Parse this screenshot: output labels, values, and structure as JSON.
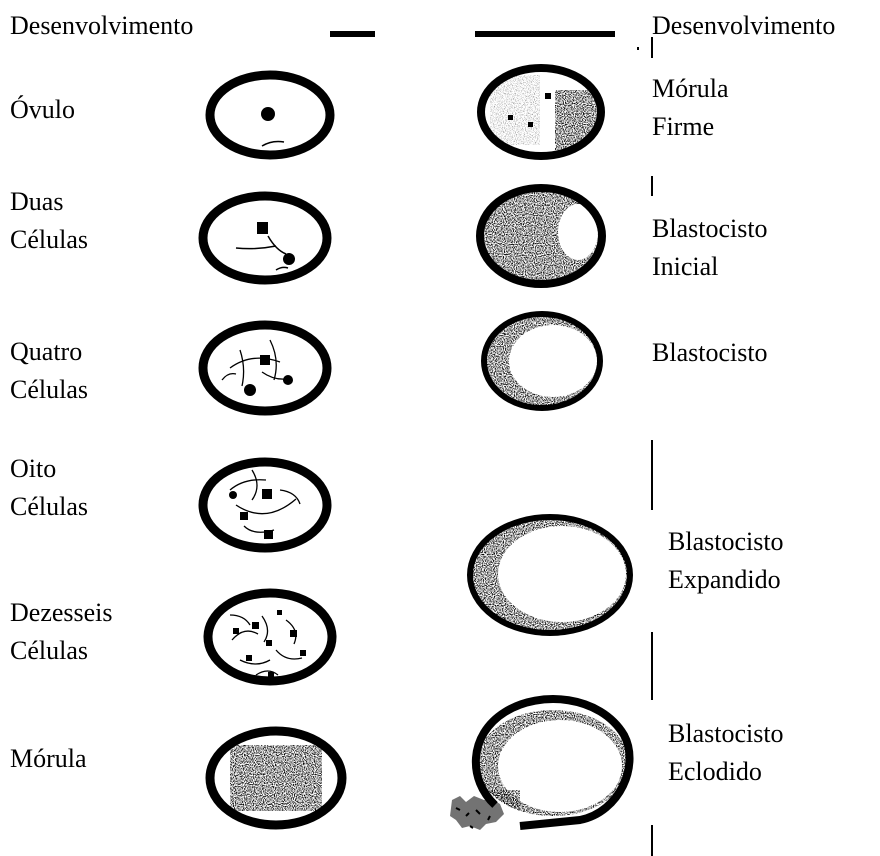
{
  "headers": {
    "left": "Desenvolvimento",
    "right": "Desenvolvimento"
  },
  "stages": [
    {
      "label": "Óvulo"
    },
    {
      "label": "Duas\nCélulas"
    },
    {
      "label": "Quatro\nCélulas"
    },
    {
      "label": "Oito\nCélulas"
    },
    {
      "label": "Dezesseis\nCélulas"
    },
    {
      "label": "Mórula"
    },
    {
      "label": "Mórula\nFirme"
    },
    {
      "label": "Blastocisto\nInicial"
    },
    {
      "label": "Blastocisto"
    },
    {
      "label": "Blastocisto\nExpandido"
    },
    {
      "label": "Blastocisto\nEclodido"
    }
  ]
}
